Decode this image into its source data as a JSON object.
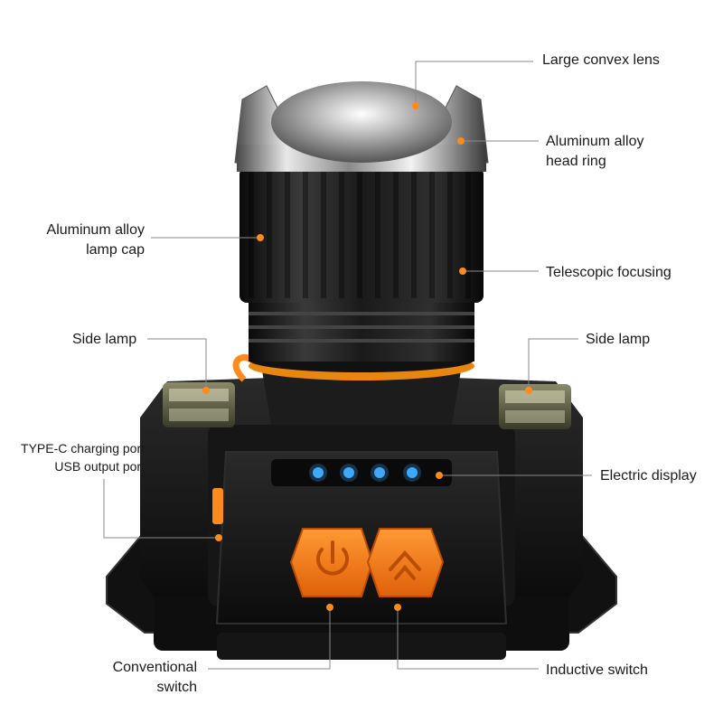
{
  "labels": {
    "large_convex_lens": "Large convex lens",
    "aluminum_alloy_head_ring_line1": "Aluminum alloy",
    "aluminum_alloy_head_ring_line2": "head ring",
    "aluminum_alloy_lamp_cap_line1": "Aluminum alloy",
    "aluminum_alloy_lamp_cap_line2": "lamp cap",
    "telescopic_focusing": "Telescopic focusing",
    "side_lamp_left": "Side lamp",
    "side_lamp_right": "Side lamp",
    "type_c_line1": "TYPE-C charging port",
    "type_c_line2": "USB output port",
    "electric_display": "Electric display",
    "conventional_switch_line1": "Conventional",
    "conventional_switch_line2": "switch",
    "inductive_switch": "Inductive switch"
  },
  "colors": {
    "accent_orange": "#ff8a1e",
    "indicator_blue": "#3ea8ff",
    "body_black": "#141414",
    "lens_silver": "#c9c9c9"
  },
  "battery_indicator_leds_lit": 4,
  "icons": [
    "power-icon",
    "sensor-wave-icon"
  ]
}
